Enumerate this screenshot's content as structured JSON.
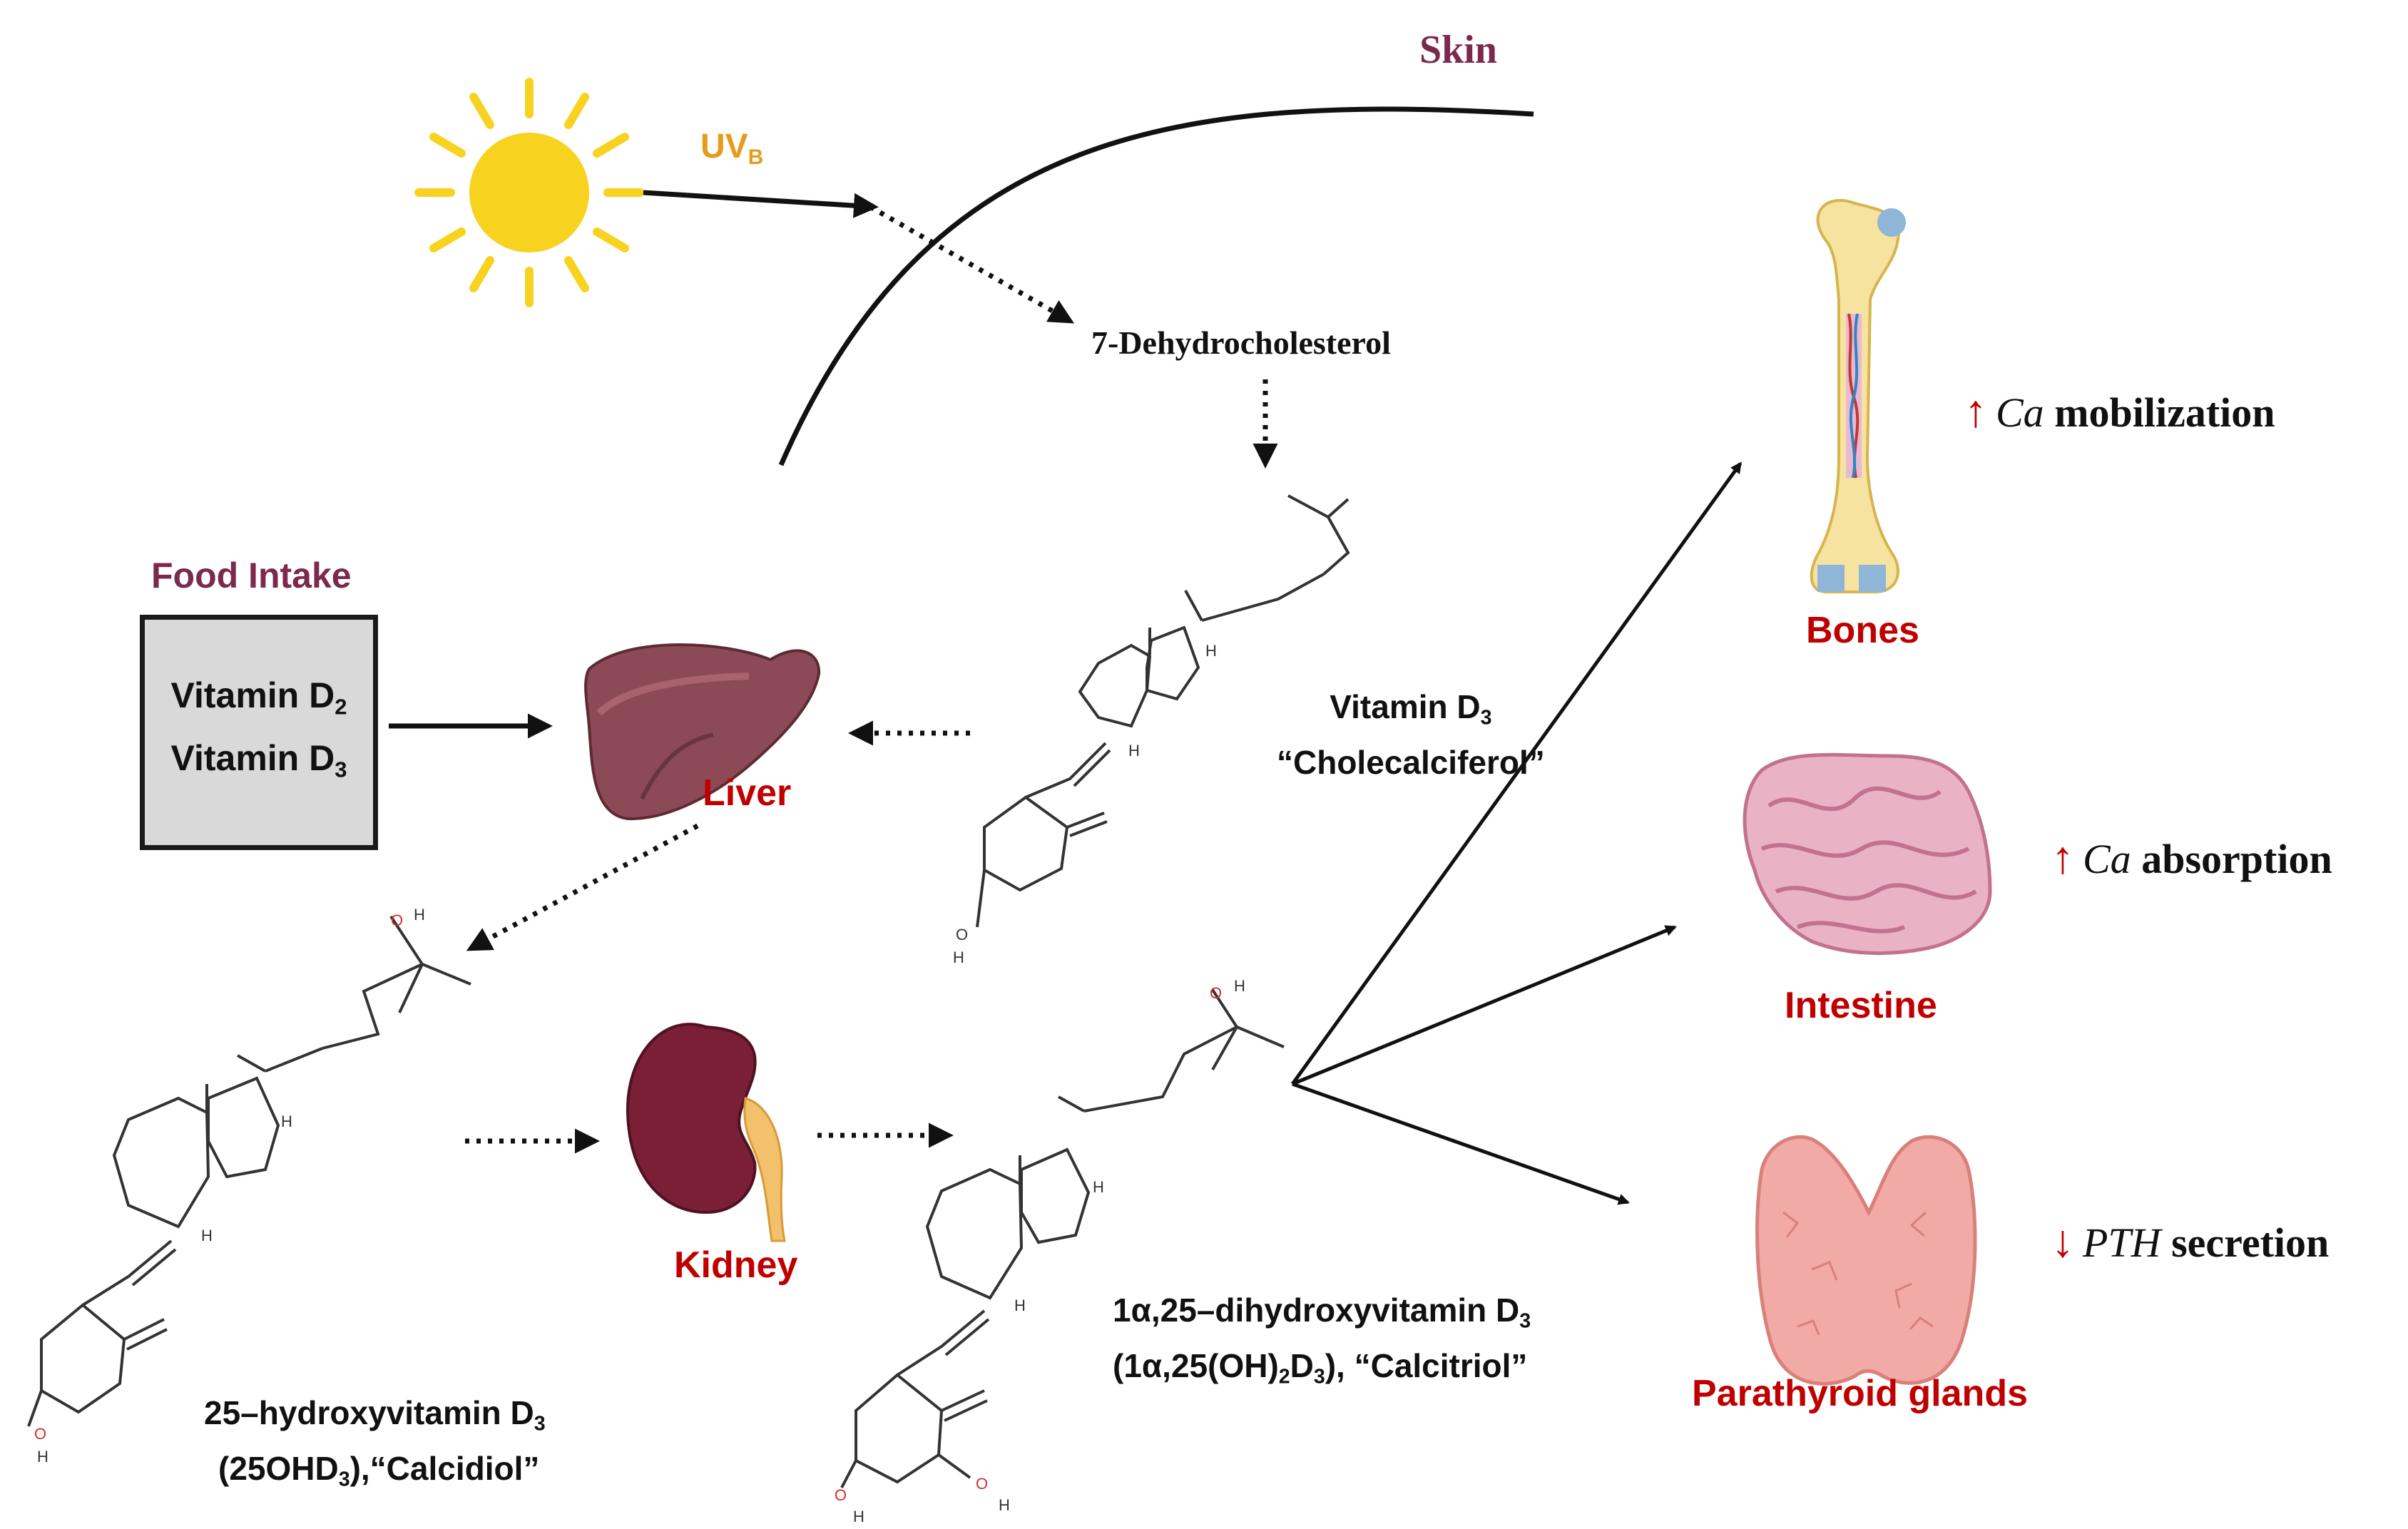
{
  "labels": {
    "skin": "Skin",
    "uv": "UV",
    "uv_sub": "B",
    "dehydro": "7-Dehydrocholesterol",
    "food_intake": "Food Intake",
    "liver": "Liver",
    "kidney": "Kidney",
    "bones": "Bones",
    "intestine": "Intestine",
    "parathyroid": "Parathyroid glands"
  },
  "food_box": {
    "line1": "Vitamin D",
    "line1_sub": "2",
    "line2": "Vitamin D",
    "line2_sub": "3"
  },
  "compounds": {
    "d3_line1": "Vitamin D",
    "d3_line1_sub": "3",
    "d3_line2": "“Cholecalciferol”",
    "calcidiol_line1": "25–hydroxyvitamin D",
    "calcidiol_line1_sub": "3",
    "calcidiol_line2a": "(25OHD",
    "calcidiol_line2_sub": "3",
    "calcidiol_line2b": "),“Calcidiol”",
    "calcitriol_line1": "1α,25–dihydroxyvitamin D",
    "calcitriol_line1_sub": "3",
    "calcitriol_line2a": "(1α,25(OH)",
    "calcitriol_line2_sub1": "2",
    "calcitriol_line2b": "D",
    "calcitriol_line2_sub2": "3",
    "calcitriol_line2c": "), “Calcitriol”"
  },
  "effects": [
    {
      "arrow": "↑",
      "ion": "Ca",
      "text": "mobilization"
    },
    {
      "arrow": "↑",
      "ion": "Ca",
      "text": "absorption"
    },
    {
      "arrow": "↓",
      "ion": "PTH",
      "text": "secretion"
    }
  ],
  "atom_labels": {
    "h": "H",
    "o": "O"
  },
  "colors": {
    "target_label": "#c00000",
    "heading": "#7b2a4e",
    "uv": "#e69b1a",
    "sun": "#f7d21f",
    "food_box_fill": "#d9d9d9"
  }
}
